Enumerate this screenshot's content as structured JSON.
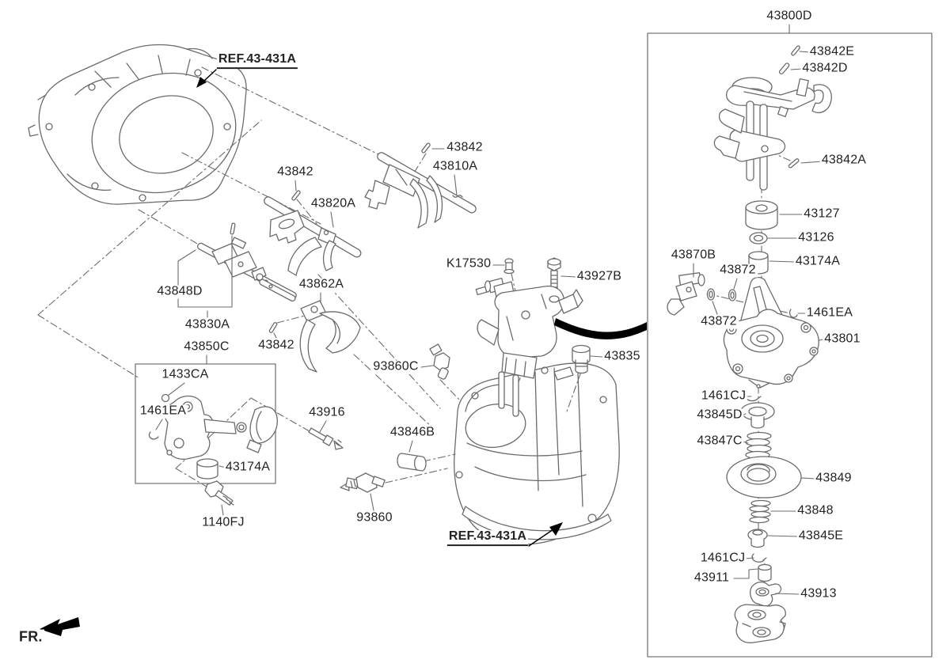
{
  "fr_label": "FR.",
  "refs": {
    "top": "REF.43-431A",
    "bottom": "REF.43-431A"
  },
  "boxes": {
    "assembly_label": "43800D",
    "sub_label": "43850C"
  },
  "colors": {
    "line": "#6b6b6b",
    "text": "#232323",
    "arrow": "#000000"
  },
  "labels": [
    {
      "text": "43842"
    },
    {
      "text": "43810A"
    },
    {
      "text": "43842"
    },
    {
      "text": "43820A"
    },
    {
      "text": "43862A"
    },
    {
      "text": "43848D"
    },
    {
      "text": "43830A"
    },
    {
      "text": "43842"
    },
    {
      "text": "1433CA"
    },
    {
      "text": "1461EA"
    },
    {
      "text": "43916"
    },
    {
      "text": "43174A"
    },
    {
      "text": "1140FJ"
    },
    {
      "text": "K17530"
    },
    {
      "text": "43927B"
    },
    {
      "text": "93860C"
    },
    {
      "text": "43835"
    },
    {
      "text": "43846B"
    },
    {
      "text": "93860"
    },
    {
      "text": "43842E"
    },
    {
      "text": "43842D"
    },
    {
      "text": "43842A"
    },
    {
      "text": "43127"
    },
    {
      "text": "43126"
    },
    {
      "text": "43870B"
    },
    {
      "text": "43872"
    },
    {
      "text": "43174A"
    },
    {
      "text": "1461EA"
    },
    {
      "text": "43872"
    },
    {
      "text": "43801"
    },
    {
      "text": "1461CJ"
    },
    {
      "text": "43845D"
    },
    {
      "text": "43847C"
    },
    {
      "text": "43849"
    },
    {
      "text": "43848"
    },
    {
      "text": "43845E"
    },
    {
      "text": "1461CJ"
    },
    {
      "text": "43911"
    },
    {
      "text": "43913"
    }
  ]
}
